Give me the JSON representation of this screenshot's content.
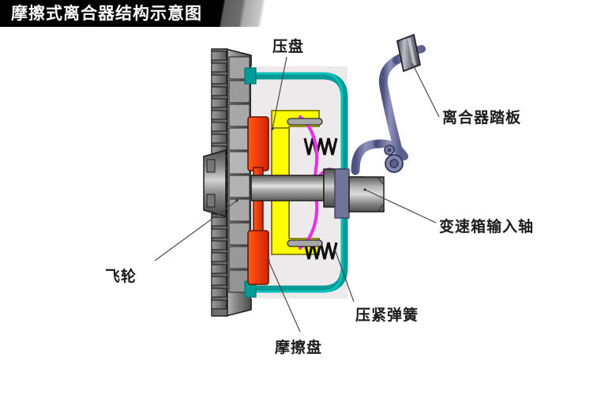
{
  "banner": {
    "title": "摩擦式离合器结构示意图",
    "background_color": "#000000",
    "text_color": "#ffffff"
  },
  "diagram": {
    "subject": "friction-clutch-structure",
    "labels": [
      {
        "id": "pressure-plate",
        "text": "压盘"
      },
      {
        "id": "clutch-pedal",
        "text": "离合器踏板"
      },
      {
        "id": "transmission-input-shaft",
        "text": "变速箱输入轴"
      },
      {
        "id": "pressure-spring",
        "text": "压紧弹簧"
      },
      {
        "id": "friction-disc",
        "text": "摩擦盘"
      },
      {
        "id": "flywheel",
        "text": "飞轮"
      }
    ],
    "colors": {
      "pressure_plate": "#ffff00",
      "friction_disc": "#ee3a10",
      "clutch_cover": "#009b96",
      "release_lever": "#e633e6",
      "spring": "#101010",
      "pedal_linkage": "#6a6f9e",
      "shaft_metal": "#8d8d8d",
      "flywheel_metal": "#8a8a8a",
      "leader_line": "#4a4a4a",
      "housing_fill": "#eceaea"
    }
  }
}
